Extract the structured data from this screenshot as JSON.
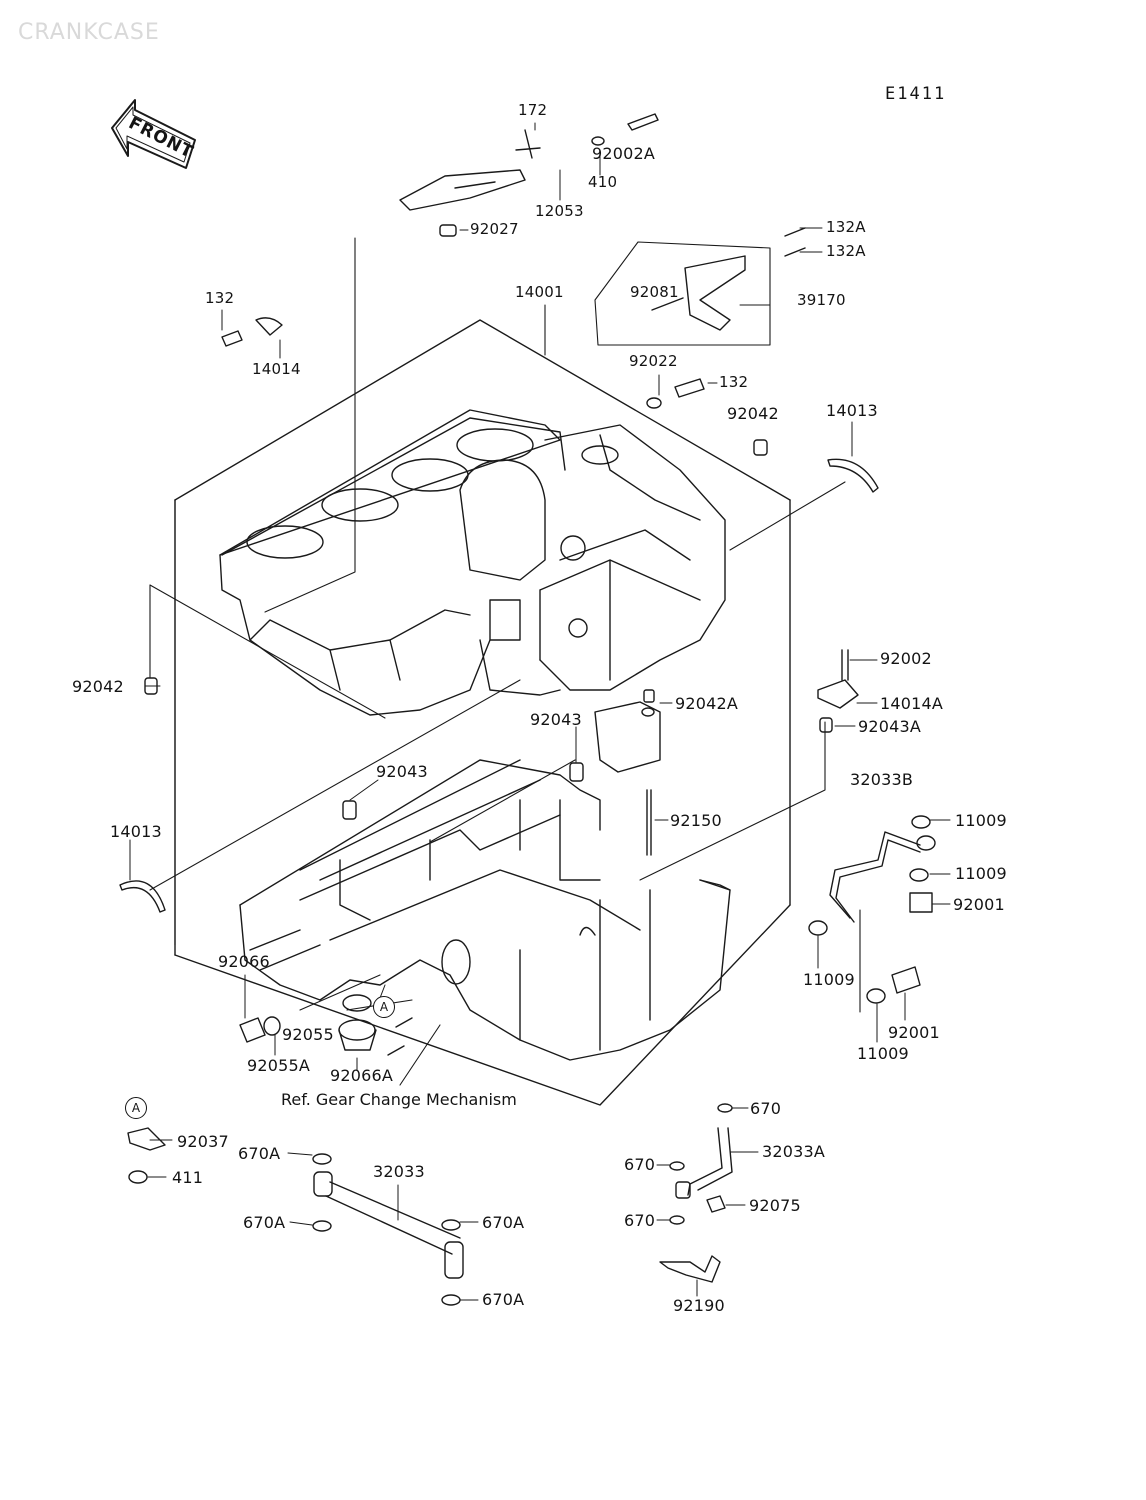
{
  "watermark": "CRANKCASE",
  "diagram_code": "E1411",
  "front_label": "FRONT",
  "reference_note": "Ref. Gear Change Mechanism",
  "circle_marker": "A",
  "labels": [
    {
      "id": "p172",
      "text": "172"
    },
    {
      "id": "p92002a",
      "text": "92002A"
    },
    {
      "id": "p410",
      "text": "410"
    },
    {
      "id": "p12053",
      "text": "12053"
    },
    {
      "id": "p92027",
      "text": "92027"
    },
    {
      "id": "p132a_1",
      "text": "132A"
    },
    {
      "id": "p132a_2",
      "text": "132A"
    },
    {
      "id": "p39170",
      "text": "39170"
    },
    {
      "id": "p92081",
      "text": "92081"
    },
    {
      "id": "p14001",
      "text": "14001"
    },
    {
      "id": "p132_top",
      "text": "132"
    },
    {
      "id": "p14014",
      "text": "14014"
    },
    {
      "id": "p92022",
      "text": "92022"
    },
    {
      "id": "p132_mid",
      "text": "132"
    },
    {
      "id": "p92042_top",
      "text": "92042"
    },
    {
      "id": "p14013_top",
      "text": "14013"
    },
    {
      "id": "p92042_left",
      "text": "92042"
    },
    {
      "id": "p92002",
      "text": "92002"
    },
    {
      "id": "p14014a",
      "text": "14014A"
    },
    {
      "id": "p92042a",
      "text": "92042A"
    },
    {
      "id": "p92043a",
      "text": "92043A"
    },
    {
      "id": "p92043_1",
      "text": "92043"
    },
    {
      "id": "p92043_2",
      "text": "92043"
    },
    {
      "id": "p32033b",
      "text": "32033B"
    },
    {
      "id": "p11009_1",
      "text": "11009"
    },
    {
      "id": "p11009_2",
      "text": "11009"
    },
    {
      "id": "p92001_1",
      "text": "92001"
    },
    {
      "id": "p92150",
      "text": "92150"
    },
    {
      "id": "p14013_left",
      "text": "14013"
    },
    {
      "id": "p11009_3",
      "text": "11009"
    },
    {
      "id": "p11009_4",
      "text": "11009"
    },
    {
      "id": "p92001_2",
      "text": "92001"
    },
    {
      "id": "p92066",
      "text": "92066"
    },
    {
      "id": "p92055",
      "text": "92055"
    },
    {
      "id": "p92055a",
      "text": "92055A"
    },
    {
      "id": "p92066a",
      "text": "92066A"
    },
    {
      "id": "p92037",
      "text": "92037"
    },
    {
      "id": "p411",
      "text": "411"
    },
    {
      "id": "p670a_1",
      "text": "670A"
    },
    {
      "id": "p32033",
      "text": "32033"
    },
    {
      "id": "p670a_2",
      "text": "670A"
    },
    {
      "id": "p670a_3",
      "text": "670A"
    },
    {
      "id": "p670a_4",
      "text": "670A"
    },
    {
      "id": "p670_1",
      "text": "670"
    },
    {
      "id": "p32033a",
      "text": "32033A"
    },
    {
      "id": "p670_2",
      "text": "670"
    },
    {
      "id": "p92075",
      "text": "92075"
    },
    {
      "id": "p670_3",
      "text": "670"
    },
    {
      "id": "p92190",
      "text": "92190"
    }
  ]
}
